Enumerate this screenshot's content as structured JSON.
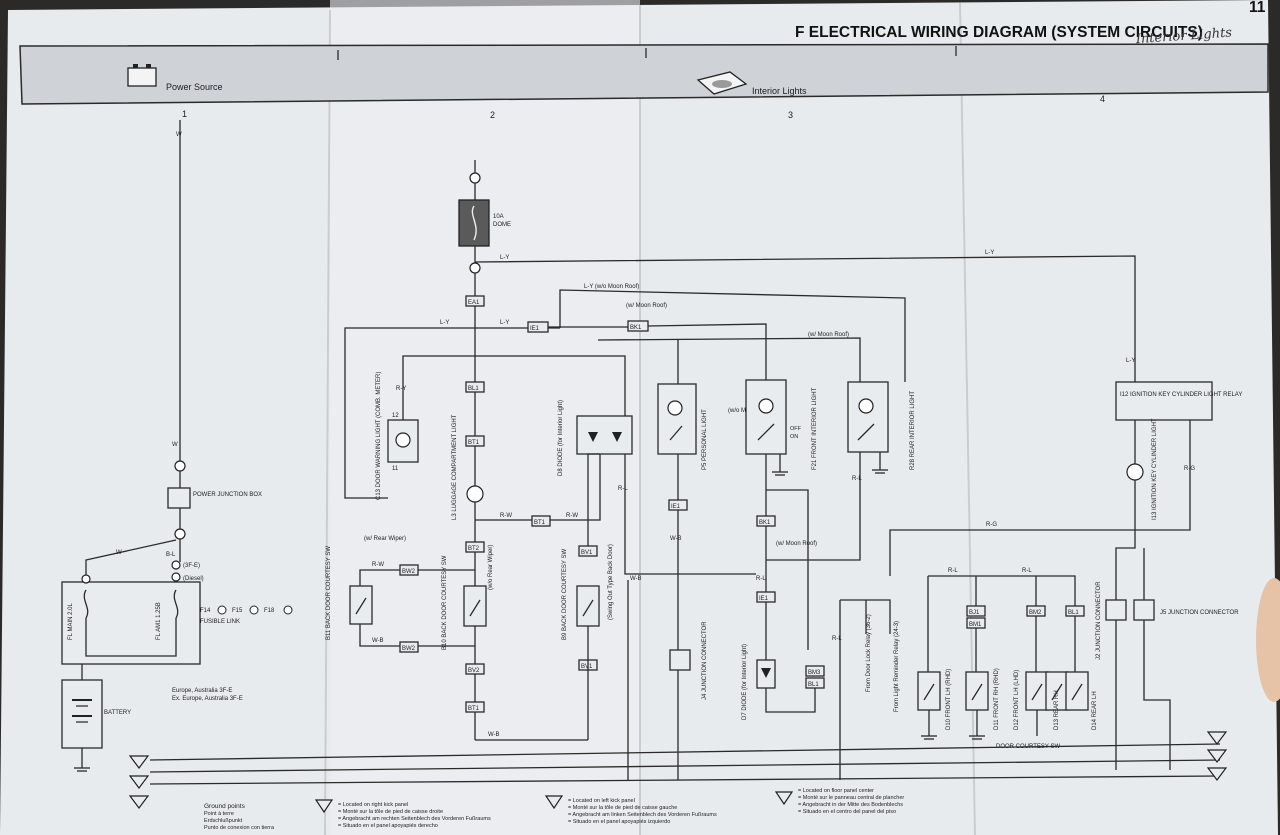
{
  "title": "F ELECTRICAL WIRING DIAGRAM (SYSTEM CIRCUITS)",
  "page_number": "11",
  "handwritten_note": "Interior Lights",
  "sections": {
    "power_source": "Power Source",
    "interior_lights": "Interior Lights"
  },
  "column_numbers": [
    "1",
    "2",
    "3",
    "4"
  ],
  "fuse": {
    "rating": "10A",
    "name": "DOME"
  },
  "components": {
    "fl_main": "FL MAIN 2.0L",
    "fl_am1": "FL AM1 1.25B",
    "fusible_link": "FUSIBLE LINK",
    "fusible_refs": [
      "F14",
      "F15",
      "F18"
    ],
    "battery": "BATTERY",
    "power_junction_box": "POWER JUNCTION BOX",
    "engine_notes": [
      "(3F-E)",
      "(Diesel)"
    ],
    "region_notes": [
      "Europe, Australia 3F-E",
      "Ex. Europe, Australia 3F-E"
    ],
    "c13": "C13 DOOR WARNING LIGHT (COMB. METER)",
    "l3": "L3 LUGGAGE COMPARTMENT LIGHT",
    "d8": "D8 DIODE (for Interior Light)",
    "b11": "B11 BACK DOOR COURTESY SW",
    "b10": "B10 BACK DOOR COURTESY SW",
    "b9": "B9 BACK DOOR COURTESY SW",
    "swing_note": "(Swing Out Type Back Door)",
    "rear_wiper_note": "(w/ Rear Wiper)",
    "wo_rear_wiper_note": "(w/o Rear Wiper)",
    "p5": "P5 PERSONAL LIGHT",
    "f21": "F21 FRONT INTERIOR LIGHT",
    "r28": "R28 REAR INTERIOR LIGHT",
    "j4": "J4 JUNCTION CONNECTOR",
    "d7": "D7 DIODE (for Interior Light)",
    "i12": "I12 IGNITION KEY CYLINDER LIGHT RELAY",
    "i13": "I13 IGNITION KEY CYLINDER LIGHT",
    "j2": "J2 JUNCTION CONNECTOR",
    "j5": "J5 JUNCTION CONNECTOR",
    "d10": "D10 FRONT LH (RHD)",
    "d11": "D11 FRONT RH (RHD)",
    "d12": "D12 FRONT LH (LHD)",
    "d13": "D13 REAR RH",
    "d14": "D14 REAR LH",
    "door_courtesy_sw": "DOOR COURTESY SW",
    "from_door_lock": "From Door Lock Relay (36-2)",
    "from_light_reminder": "From Light Reminder Relay (24-3)",
    "moon_roof_w": "(w/ Moon Roof)",
    "moon_roof_wo": "(w/o Moon Roof)",
    "door_off_on": [
      "DOOR",
      "OFF",
      "ON"
    ]
  },
  "connector_labels": [
    "EA1",
    "BL1",
    "BT1",
    "BT2",
    "BV1",
    "BV2",
    "BW2",
    "IE1",
    "BK1",
    "BM3",
    "BL1",
    "BM2",
    "BJ1",
    "BM1"
  ],
  "wire_colors": [
    "W",
    "B-L",
    "L-Y",
    "R-Y",
    "R-W",
    "W-B",
    "R-L",
    "R-G",
    "L-Y (w/o Moon Roof)"
  ],
  "ground_points": {
    "title": "Ground points",
    "lines": [
      "Point à terre",
      "Erdschlußpunkt",
      "Punto de conexion con tierra"
    ]
  },
  "legends": [
    {
      "id": "IG",
      "lines": [
        "= Located on right kick panel",
        "= Monté sur la tôle de pied de caisse droite",
        "= Angebracht am rechten Seitenblech des Vorderen Fußraums",
        "= Situado en el panel apoyapiés derecho"
      ]
    },
    {
      "id": "IE",
      "lines": [
        "= Located on left kick panel",
        "= Monté sur la tôle de pied de caisse gauche",
        "= Angebracht am linken Seitenblech des Vorderen Fußraums",
        "= Situado en el panel apoyapiés izquierdo"
      ]
    },
    {
      "id": "IF",
      "lines": [
        "= Located on floor panel center",
        "= Monté sur le panneau central de plancher",
        "= Angebracht in der Mitte des Bodenblechs",
        "= Situado en el centro del panel del piso"
      ]
    }
  ],
  "colors": {
    "paper": "#e8ebee",
    "header_band": "#cfd3d8",
    "ink": "#2a2a2a",
    "fuse_fill": "#5a5a5a"
  }
}
